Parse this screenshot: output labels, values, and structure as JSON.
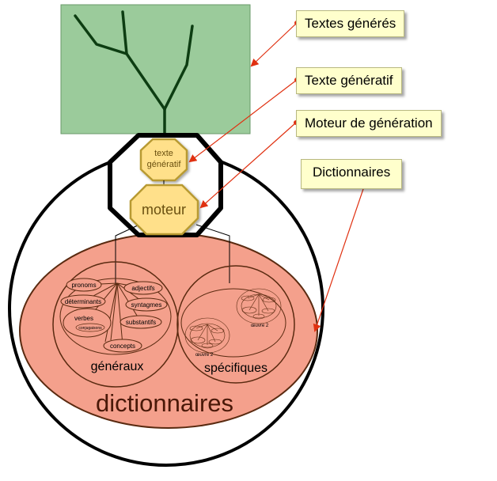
{
  "callouts": {
    "generated_texts": "Textes générés",
    "generative_text": "Texte génératif",
    "generation_engine": "Moteur de génération",
    "dictionaries": "Dictionnaires"
  },
  "nodes": {
    "texte_generatif_line1": "texte",
    "texte_generatif_line2": "génératif",
    "moteur": "moteur",
    "general": "généraux",
    "specific": "spécifiques",
    "dictionaries_main": "dictionnaires"
  },
  "general_items": {
    "pronoms": "pronoms",
    "adjectifs": "adjectifs",
    "determinants": "déterminants",
    "syntagmes": "syntagmes",
    "verbes": "verbes",
    "conjugaisons": "conjugaisons",
    "substantifs": "substantifs",
    "concepts": "concepts"
  },
  "specific_items": {
    "oeuvre_a": "œuvre 2",
    "oeuvre_b": "œuvre 2"
  },
  "colors": {
    "green_box": "#9bcb9b",
    "tree": "#0d3d12",
    "octagon_fill": "#ffe08a",
    "octagon_stroke": "#b89a30",
    "dict_fill": "#f4a08c",
    "dict_stroke": "#5a2a10",
    "arrow": "#e03010",
    "callout_bg": "#ffffcc"
  }
}
